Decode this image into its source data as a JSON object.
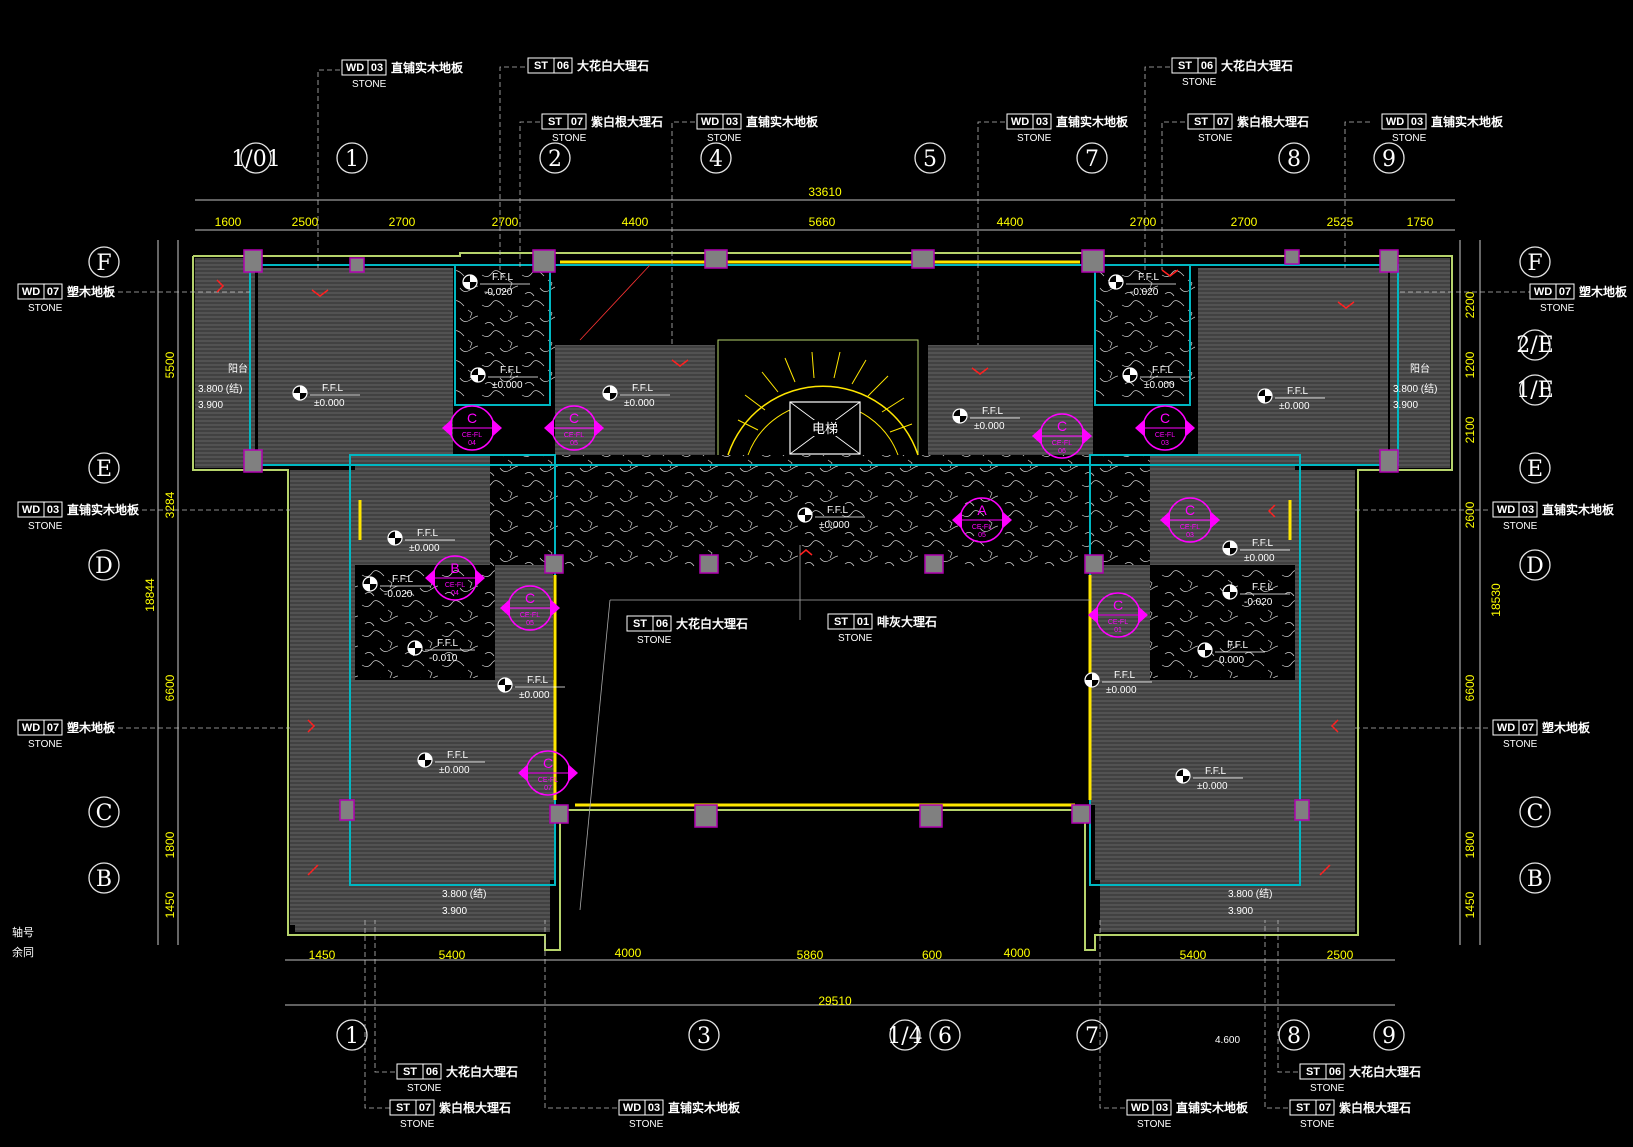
{
  "colors": {
    "background": "#000000",
    "dimension_text": "#ffff00",
    "wall_outline": "#00b7c2",
    "section_marker": "#ff00ff",
    "tag_text": "#ffffff"
  },
  "total_top": "33610",
  "total_bottom": "29510",
  "top_dims": [
    "1600",
    "2500",
    "2700",
    "2700",
    "4400",
    "5660",
    "4400",
    "2700",
    "2700",
    "2525",
    "1750"
  ],
  "bottom_dims": [
    "1450",
    "5400",
    "4000",
    "5860",
    "600",
    "4000",
    "5400",
    "2500"
  ],
  "left_dims": [
    "5500",
    "3284",
    "18844",
    "6600",
    "1800",
    "1450"
  ],
  "right_dims": [
    "2200",
    "1200",
    "2100",
    "2600",
    "18530",
    "6600",
    "1800",
    "1450"
  ],
  "top_grid": [
    "1/01",
    "1",
    "2",
    "4",
    "5",
    "7",
    "8",
    "9"
  ],
  "bottom_grid": [
    "1",
    "3",
    "1/4",
    "6",
    "7",
    "8",
    "9"
  ],
  "left_grid": [
    "F",
    "E",
    "D",
    "C",
    "B"
  ],
  "right_grid": [
    "F",
    "2/E",
    "1/E",
    "E",
    "D",
    "C",
    "B"
  ],
  "tags_top": [
    {
      "code": "WD",
      "num": "03",
      "name": "直铺实木地板",
      "sub": "STONE"
    },
    {
      "code": "ST",
      "num": "06",
      "name": "大花白大理石",
      "sub": ""
    },
    {
      "code": "ST",
      "num": "07",
      "name": "紫白根大理石",
      "sub": "STONE"
    },
    {
      "code": "WD",
      "num": "03",
      "name": "直铺实木地板",
      "sub": "STONE"
    },
    {
      "code": "WD",
      "num": "03",
      "name": "直铺实木地板",
      "sub": "STONE"
    },
    {
      "code": "ST",
      "num": "06",
      "name": "大花白大理石",
      "sub": "STONE"
    },
    {
      "code": "ST",
      "num": "07",
      "name": "紫白根大理石",
      "sub": "STONE"
    },
    {
      "code": "WD",
      "num": "03",
      "name": "直铺实木地板",
      "sub": "STONE"
    }
  ],
  "tags_left": [
    {
      "code": "WD",
      "num": "07",
      "name": "塑木地板",
      "sub": "STONE"
    },
    {
      "code": "WD",
      "num": "03",
      "name": "直铺实木地板",
      "sub": "STONE"
    },
    {
      "code": "WD",
      "num": "07",
      "name": "塑木地板",
      "sub": "STONE"
    }
  ],
  "tags_right": [
    {
      "code": "WD",
      "num": "07",
      "name": "塑木地板",
      "sub": "STONE"
    },
    {
      "code": "WD",
      "num": "03",
      "name": "直铺实木地板",
      "sub": "STONE"
    },
    {
      "code": "WD",
      "num": "07",
      "name": "塑木地板",
      "sub": "STONE"
    }
  ],
  "tags_center": [
    {
      "code": "ST",
      "num": "06",
      "name": "大花白大理石",
      "sub": "STONE"
    },
    {
      "code": "ST",
      "num": "01",
      "name": "啡灰大理石",
      "sub": "STONE"
    }
  ],
  "tags_bottom": [
    {
      "code": "ST",
      "num": "06",
      "name": "大花白大理石",
      "sub": "STONE"
    },
    {
      "code": "ST",
      "num": "07",
      "name": "紫白根大理石",
      "sub": "STONE"
    },
    {
      "code": "WD",
      "num": "03",
      "name": "直铺实木地板",
      "sub": "STONE"
    },
    {
      "code": "WD",
      "num": "03",
      "name": "直铺实木地板",
      "sub": "STONE"
    },
    {
      "code": "ST",
      "num": "06",
      "name": "大花白大理石",
      "sub": "STONE"
    },
    {
      "code": "ST",
      "num": "07",
      "name": "紫白根大理石",
      "sub": "STONE"
    }
  ],
  "ffl_label": "F.F.L",
  "levels": {
    "zero": "±0.000",
    "minus20": "-0.020",
    "minus10": "-0.010",
    "zero_plain": "0.000",
    "balcony_a": "3.800 (结)",
    "balcony_b": "3.900",
    "misc": "4.600"
  },
  "elevator_label": "电梯",
  "side_room_label": "阳台",
  "section_markers": [
    "C",
    "C",
    "C",
    "C",
    "A",
    "B",
    "C",
    "C",
    "C",
    "C"
  ],
  "section_sub": "CE-FL",
  "section_nums": [
    "04",
    "05",
    "06",
    "03",
    "05",
    "04",
    "05",
    "03",
    "01",
    "07"
  ],
  "notes": [
    "轴号",
    "余同"
  ]
}
